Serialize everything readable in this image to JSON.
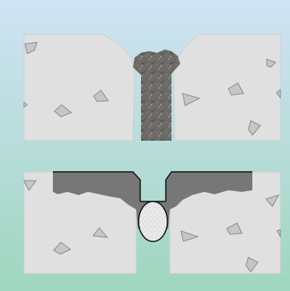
{
  "figure": {
    "panels": [
      {
        "id": "top",
        "depiction": "unsealed-joint"
      },
      {
        "id": "bottom",
        "depiction": "sealed-joint"
      }
    ],
    "colors": {
      "background_top": "#cfe3f4",
      "background_bottom": "#9fd6bf",
      "concrete": "#e0e0e0",
      "aggregate": "#c6c6c6",
      "aggregate_stroke": "#8c8c8c",
      "debris_dark": "#6c6b69",
      "debris_rust": "#8b5a3a",
      "sealant": "#777777",
      "sealant_outline": "#111111",
      "backer_rod": "#e8e8e8"
    }
  }
}
